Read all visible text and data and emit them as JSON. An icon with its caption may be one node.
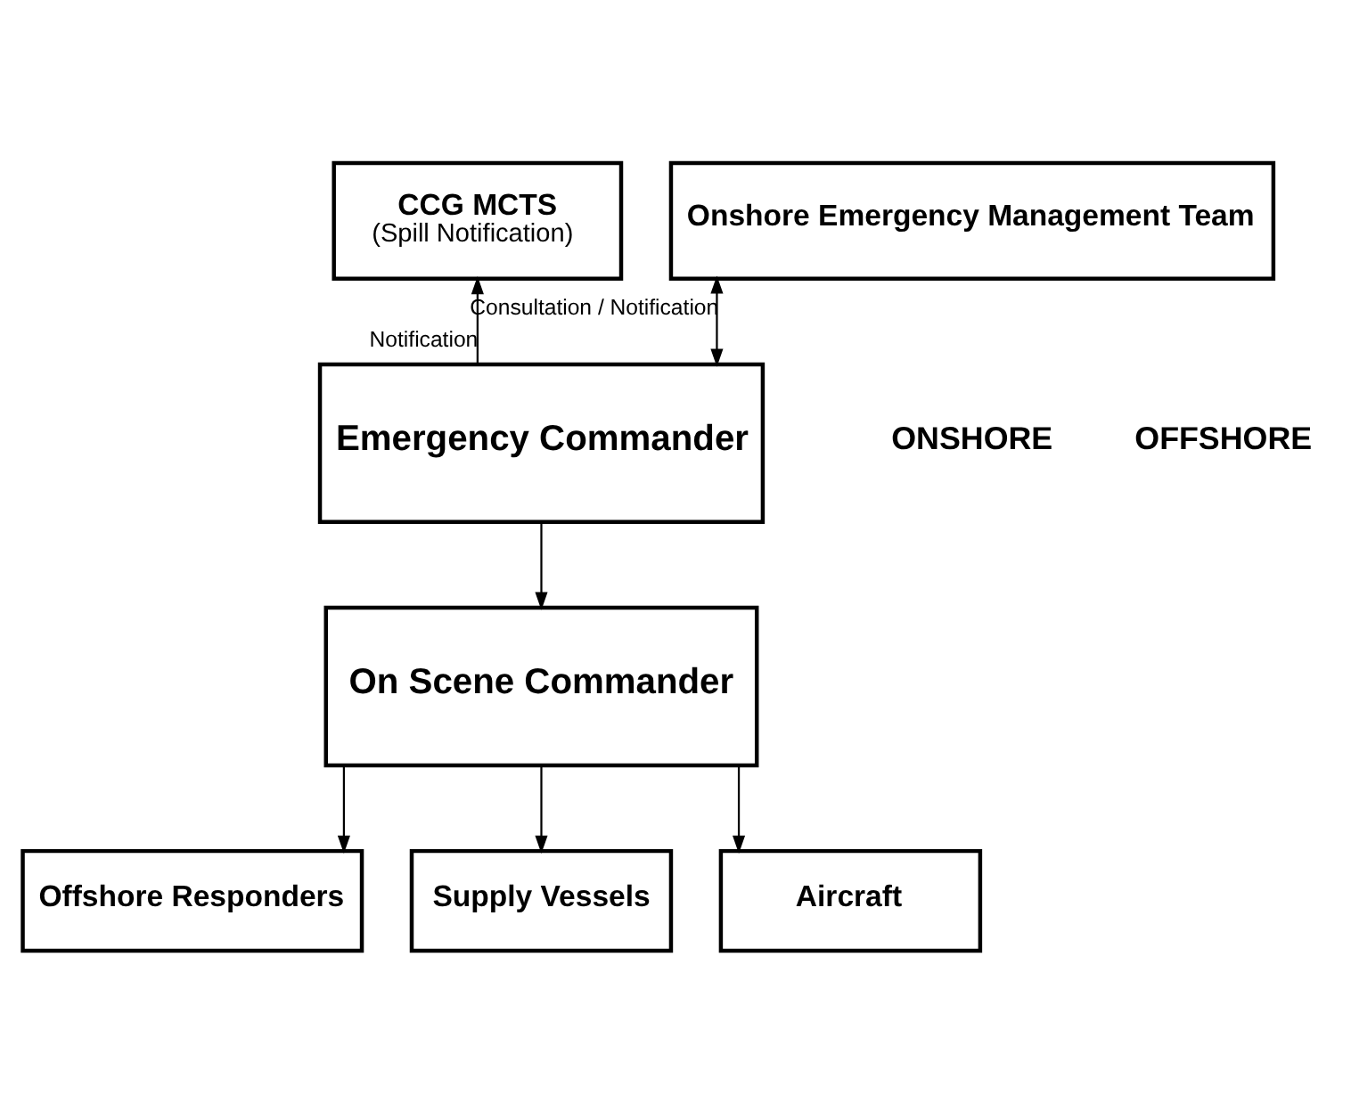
{
  "diagram": {
    "nodes": [
      {
        "text": [
          "CCG MCTS",
          "(Spill Notification)"
        ]
      },
      {
        "text": [
          "Onshore Emergency Management Team"
        ]
      },
      {
        "text": [
          "Emergency Commander"
        ]
      },
      {
        "text": [
          "On Scene Commander"
        ]
      },
      {
        "text": [
          "Offshore Responders"
        ]
      },
      {
        "text": [
          "Supply Vessels"
        ]
      },
      {
        "text": [
          "Aircraft"
        ]
      }
    ],
    "edges": [
      {
        "from": 2,
        "to": 0,
        "arrow": "to",
        "label": "Notification"
      },
      {
        "from": 1,
        "to": 2,
        "arrow": "both",
        "label": "Consultation / Notification"
      },
      {
        "from": 2,
        "to": 3,
        "arrow": "to"
      },
      {
        "from": 3,
        "to": 4,
        "arrow": "to"
      },
      {
        "from": 3,
        "to": 5,
        "arrow": "to"
      },
      {
        "from": 3,
        "to": 6,
        "arrow": "to"
      }
    ],
    "labels": [
      "ONSHORE",
      "OFFSHORE"
    ]
  }
}
